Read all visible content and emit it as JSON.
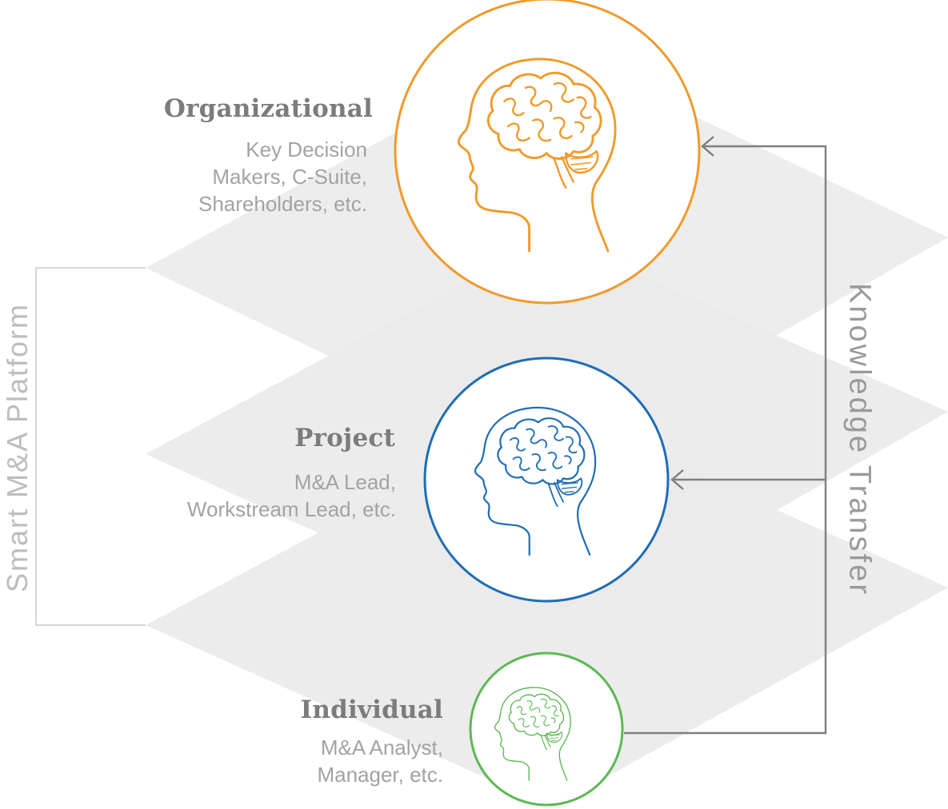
{
  "platform_label": "Smart M&A Platform",
  "transfer_label": "Knowledge Transfer",
  "levels": [
    {
      "title": "Organizational",
      "description": "Key Decision\nMakers, C-Suite,\nShareholders, etc.",
      "color": "#f09a2a",
      "icon": "head-brain-icon"
    },
    {
      "title": "Project",
      "description": "M&A Lead,\nWorkstream Lead, etc.",
      "color": "#1f6db5",
      "icon": "head-brain-icon"
    },
    {
      "title": "Individual",
      "description": "M&A Analyst,\nManager, etc.",
      "color": "#5db854",
      "icon": "head-brain-icon"
    }
  ],
  "colors": {
    "layer_fill": "#ececec",
    "connector": "#7f7f7f",
    "bracket": "#c8c8c8"
  }
}
